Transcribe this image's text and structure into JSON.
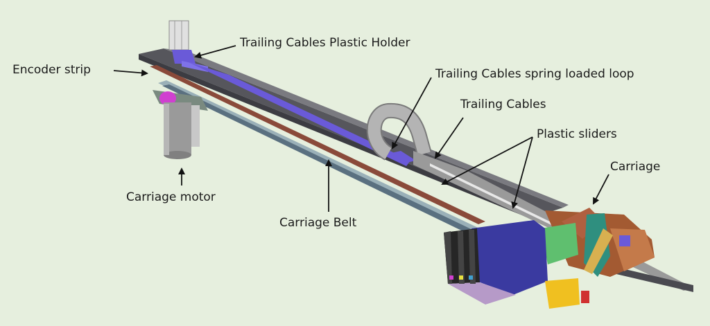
{
  "labels": {
    "holder": "Trailing Cables Plastic Holder",
    "encoder": "Encoder strip",
    "loop": "Trailing Cables spring loaded loop",
    "cables": "Trailing Cables",
    "sliders": "Plastic sliders",
    "carriage": "Carriage",
    "motor": "Carriage motor",
    "belt": "Carriage Belt"
  },
  "colors": {
    "background": "#e6efde",
    "rail": "#4a4a50",
    "rail_top": "#6e6e74",
    "belt": "#8a4a3a",
    "cable": "#a8a8a8",
    "holder": "#6a5ad8",
    "carriage": "#b5653a",
    "cartridge": "#3a3aa0",
    "accent_green": "#5fbf6f",
    "motor": "#9a9a9a",
    "magenta": "#d040d0",
    "arrow": "#111111"
  }
}
